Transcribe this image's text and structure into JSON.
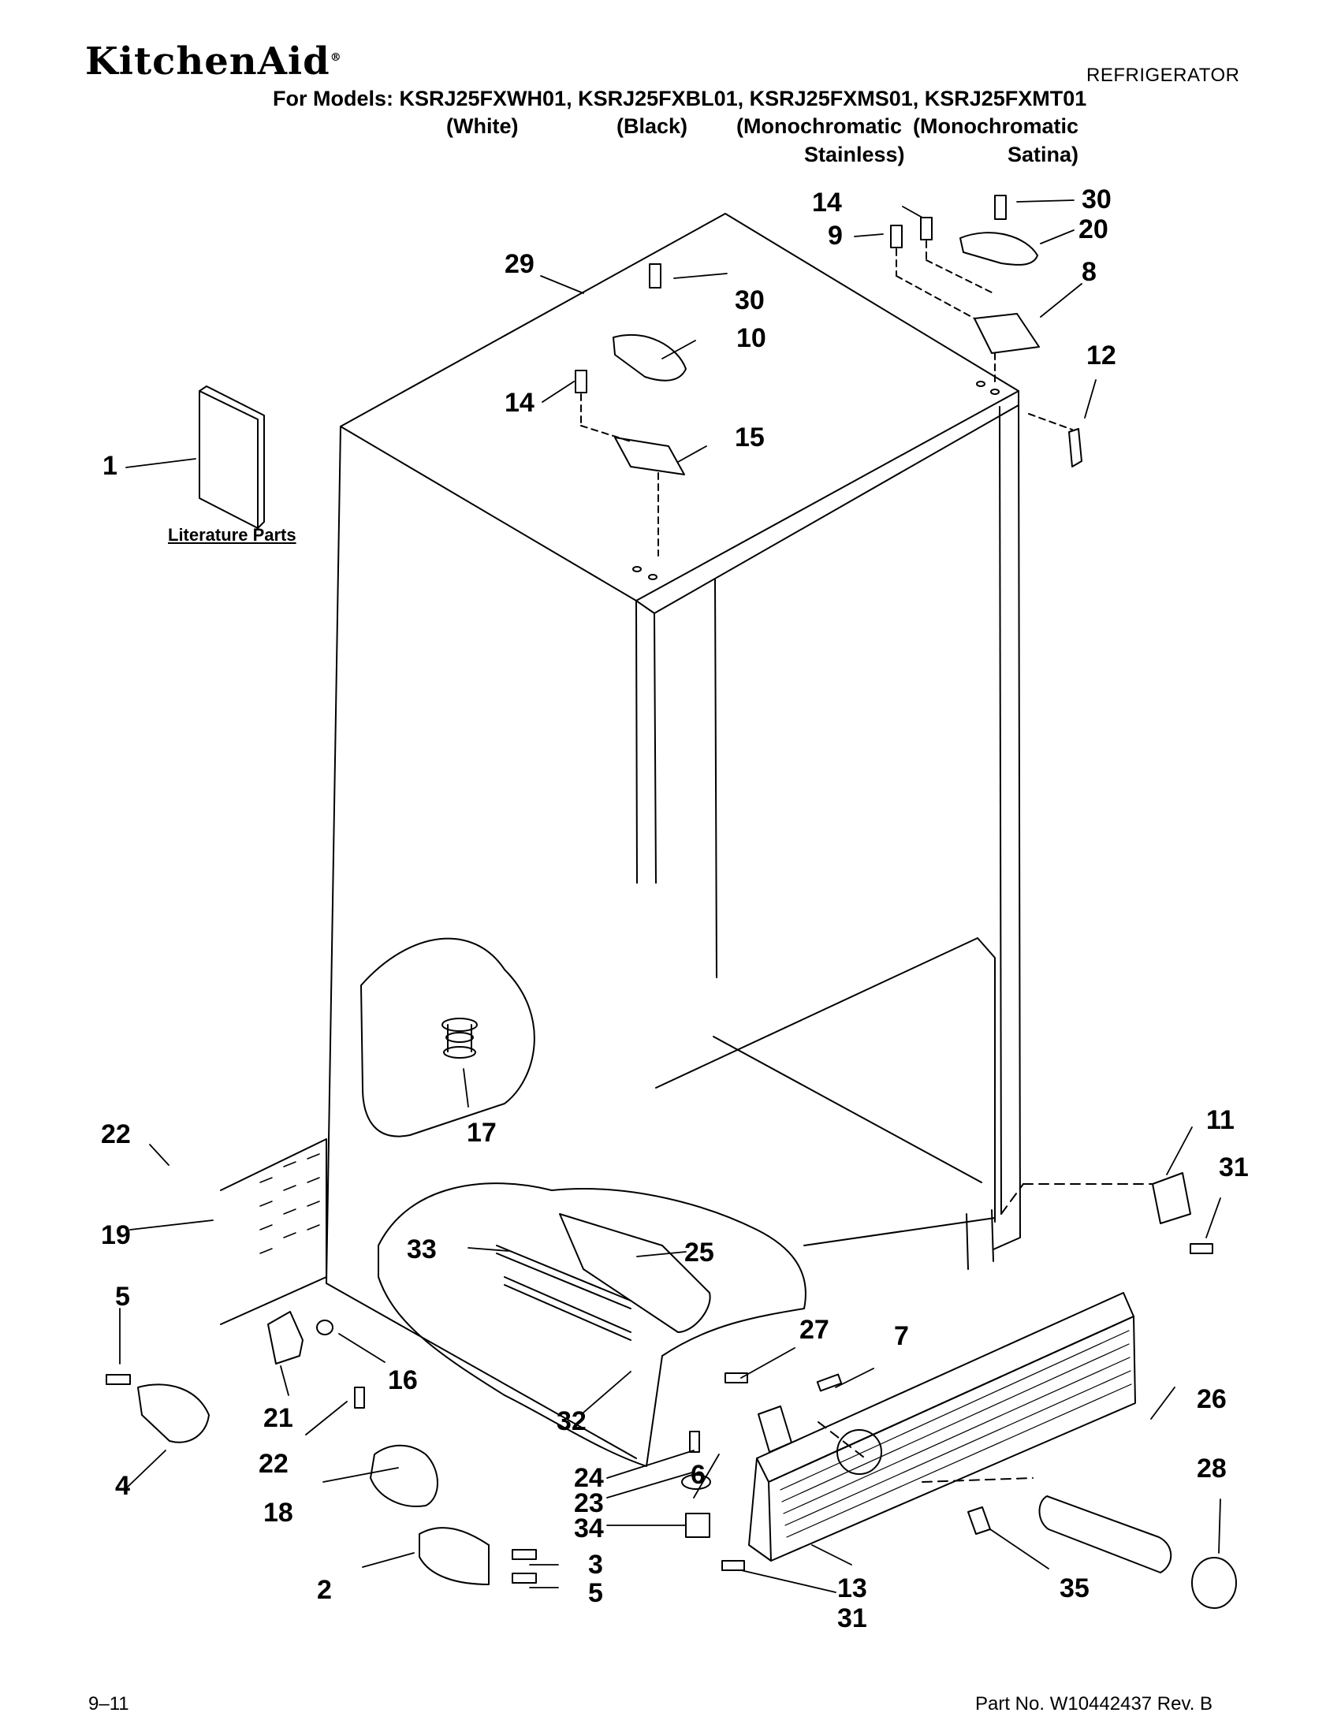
{
  "header": {
    "brand": "KitchenAid",
    "brand_mark": "®",
    "document_type": "REFRIGERATOR",
    "models_line": "For Models: KSRJ25FXWH01, KSRJ25FXBL01, KSRJ25FXMS01, KSRJ25FXMT01",
    "variants": {
      "white": "(White)",
      "black": "(Black)",
      "mono_1": "(Monochromatic",
      "mono_2": "(Monochromatic",
      "stainless": "Stainless)",
      "satina": "Satina)"
    }
  },
  "literature_label": "Literature Parts",
  "callouts": {
    "c1": "1",
    "c2": "2",
    "c3": "3",
    "c4": "4",
    "c5a": "5",
    "c5b": "5",
    "c6": "6",
    "c7": "7",
    "c8": "8",
    "c9": "9",
    "c10": "10",
    "c11": "11",
    "c12": "12",
    "c13": "13",
    "c14a": "14",
    "c14b": "14",
    "c15": "15",
    "c16": "16",
    "c17": "17",
    "c18": "18",
    "c19": "19",
    "c20": "20",
    "c21": "21",
    "c22a": "22",
    "c22b": "22",
    "c23": "23",
    "c24": "24",
    "c25": "25",
    "c26": "26",
    "c27": "27",
    "c28": "28",
    "c29": "29",
    "c30a": "30",
    "c30b": "30",
    "c31a": "31",
    "c31b": "31",
    "c32": "32",
    "c33": "33",
    "c34": "34",
    "c35": "35"
  },
  "footer": {
    "page": "9–11",
    "part_no": "Part No. W10442437 Rev. B"
  }
}
